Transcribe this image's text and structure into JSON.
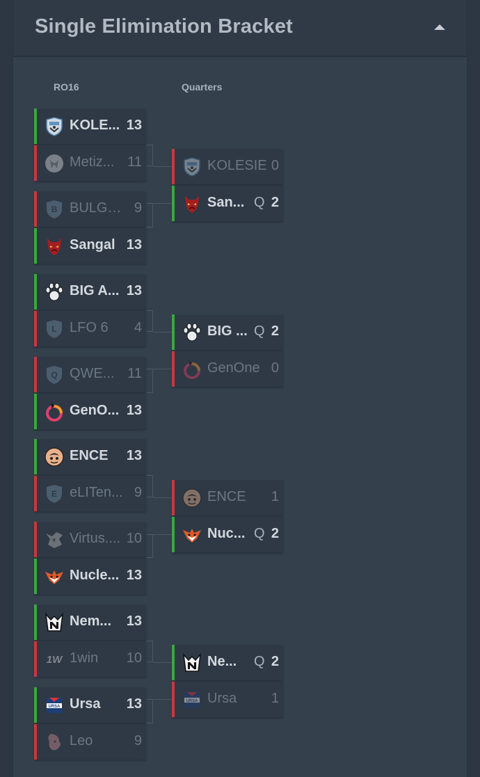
{
  "header": {
    "title": "Single Elimination Bracket"
  },
  "rounds": {
    "ro16": "RO16",
    "quarters": "Quarters"
  },
  "ro16": [
    {
      "name": "KOLE...",
      "score": "13",
      "result": "win",
      "logo": "kolesie-shield-icon"
    },
    {
      "name": "Metiz...",
      "score": "11",
      "result": "lose",
      "logo": "metizport-icon"
    },
    {
      "name": "BULGA...",
      "score": "9",
      "result": "lose",
      "logo": "placeholder-shield-icon",
      "letter": "B"
    },
    {
      "name": "Sangal",
      "score": "13",
      "result": "win",
      "logo": "sangal-demon-icon"
    },
    {
      "name": "BIG A...",
      "score": "13",
      "result": "win",
      "logo": "big-paw-icon"
    },
    {
      "name": "LFO 6",
      "score": "4",
      "result": "lose",
      "logo": "placeholder-shield-icon",
      "letter": "L"
    },
    {
      "name": "QWE...",
      "score": "11",
      "result": "lose",
      "logo": "placeholder-shield-icon",
      "letter": "Q"
    },
    {
      "name": "GenO...",
      "score": "13",
      "result": "win",
      "logo": "genone-ring-icon"
    },
    {
      "name": "ENCE",
      "score": "13",
      "result": "win",
      "logo": "ence-icon"
    },
    {
      "name": "eLITen...",
      "score": "9",
      "result": "lose",
      "logo": "placeholder-shield-icon",
      "letter": "E"
    },
    {
      "name": "Virtus....",
      "score": "10",
      "result": "lose",
      "logo": "virtus-pro-bear-icon"
    },
    {
      "name": "Nucle...",
      "score": "13",
      "result": "win",
      "logo": "nuclear-fox-icon"
    },
    {
      "name": "Nem...",
      "score": "13",
      "result": "win",
      "logo": "nemiga-icon"
    },
    {
      "name": "1win",
      "score": "10",
      "result": "lose",
      "logo": "1win-icon",
      "logo_text": "1W"
    },
    {
      "name": "Ursa",
      "score": "13",
      "result": "win",
      "logo": "ursa-icon",
      "logo_text": "URSA"
    },
    {
      "name": "Leo",
      "score": "9",
      "result": "lose",
      "logo": "leo-lion-icon"
    }
  ],
  "quarters": [
    {
      "name": "KOLESIE",
      "score": "0",
      "result": "lose",
      "qualified": "",
      "logo": "kolesie-shield-icon"
    },
    {
      "name": "San...",
      "score": "2",
      "result": "win",
      "qualified": "Q",
      "logo": "sangal-demon-icon"
    },
    {
      "name": "BIG ...",
      "score": "2",
      "result": "win",
      "qualified": "Q",
      "logo": "big-paw-icon"
    },
    {
      "name": "GenOne",
      "score": "0",
      "result": "lose",
      "qualified": "",
      "logo": "genone-ring-icon"
    },
    {
      "name": "ENCE",
      "score": "1",
      "result": "lose",
      "qualified": "",
      "logo": "ence-icon"
    },
    {
      "name": "Nuc...",
      "score": "2",
      "result": "win",
      "qualified": "Q",
      "logo": "nuclear-fox-icon"
    },
    {
      "name": "Ne...",
      "score": "2",
      "result": "win",
      "qualified": "Q",
      "logo": "nemiga-icon"
    },
    {
      "name": "Ursa",
      "score": "1",
      "result": "lose",
      "qualified": "",
      "logo": "ursa-icon",
      "logo_text": "URSA"
    }
  ],
  "colors": {
    "win": "#3aa83a",
    "lose": "#c8383c"
  }
}
